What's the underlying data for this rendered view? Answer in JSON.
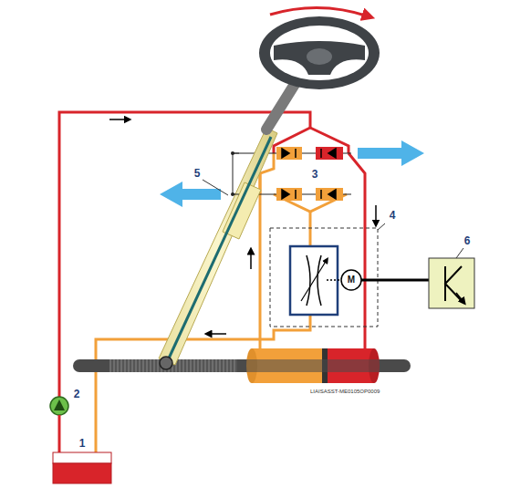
{
  "diagram": {
    "labels": [
      "5",
      "3",
      "4",
      "6",
      "M",
      "2",
      "LIAISASST-ME0105OP0009",
      "1"
    ]
  }
}
